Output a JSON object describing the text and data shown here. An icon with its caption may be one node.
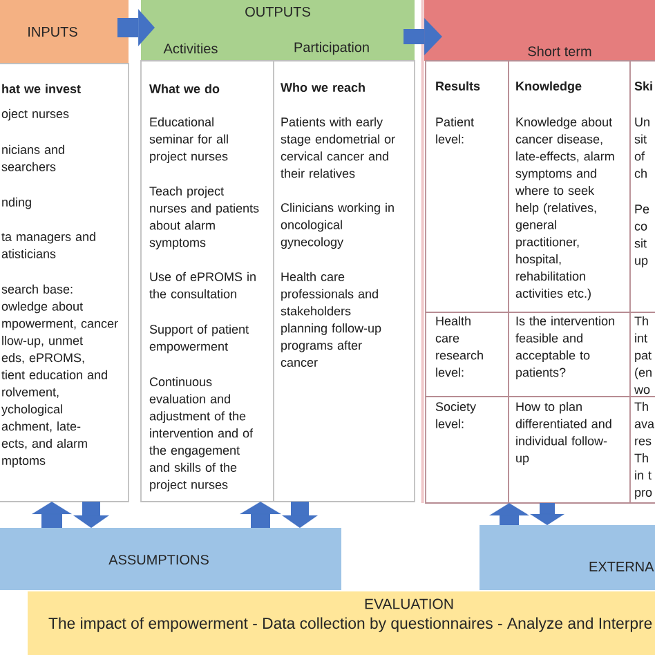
{
  "diagram": {
    "nodes": [
      {
        "text": [
          "INPUTS",
          "hat we invest",
          "oject nurses",
          "nicians and searchers",
          "nding",
          "ta managers and atisticians",
          "search base: owledge about mpowerment, cancer llow-up, unmet eds, ePROMS, tient education and rolvement, ychological achment, late-ects, and alarm mptoms"
        ]
      },
      {
        "text": [
          "OUTPUTS",
          "Activities",
          "What we do",
          "Educational seminar for all project nurses",
          "Teach project nurses and patients about alarm symptoms",
          "Use of ePROMS in the consultation",
          "Support of patient empowerment",
          "Continuous evaluation and adjustment of the intervention and of the engagement and skills of the project nurses",
          "Participation",
          "Who we reach",
          "Patients with early stage endometrial or cervical cancer and their relatives",
          "Clinicians working in oncological gynecology",
          "Health care professionals and stakeholders planning follow-up programs after cancer"
        ]
      },
      {
        "text": [
          "Short term",
          "Results",
          "Knowledge",
          "Ski",
          "Patient level:",
          "Knowledge about cancer disease, late-effects, alarm symptoms and where to seek help (relatives, general practitioner, hospital, rehabilitation activities etc.)",
          "Un sit of ch",
          "Pe co sit up",
          "Health care research level:",
          "Is the intervention feasible and acceptable to patients?",
          "Th int pat (en wo",
          "Society level:",
          "How to plan differentiated and individual follow-up",
          "Th ava res Th in t pro"
        ]
      },
      {
        "text": [
          "ASSUMPTIONS"
        ]
      },
      {
        "text": [
          "EXTERNA"
        ]
      },
      {
        "text": [
          "EVALUATION",
          "The impact of empowerment - Data collection by questionnaires - Analyze and Interpre"
        ]
      }
    ],
    "edges": [
      {
        "from": 0,
        "to": 1,
        "arrow": "to"
      },
      {
        "from": 1,
        "to": 2,
        "arrow": "to"
      },
      {
        "from": 3,
        "to": 0,
        "arrow": "to"
      },
      {
        "from": 0,
        "to": 3,
        "arrow": "to"
      },
      {
        "from": 3,
        "to": 1,
        "arrow": "to"
      },
      {
        "from": 1,
        "to": 3,
        "arrow": "to"
      },
      {
        "from": 4,
        "to": 2,
        "arrow": "to"
      },
      {
        "from": 2,
        "to": 4,
        "arrow": "to"
      }
    ]
  }
}
